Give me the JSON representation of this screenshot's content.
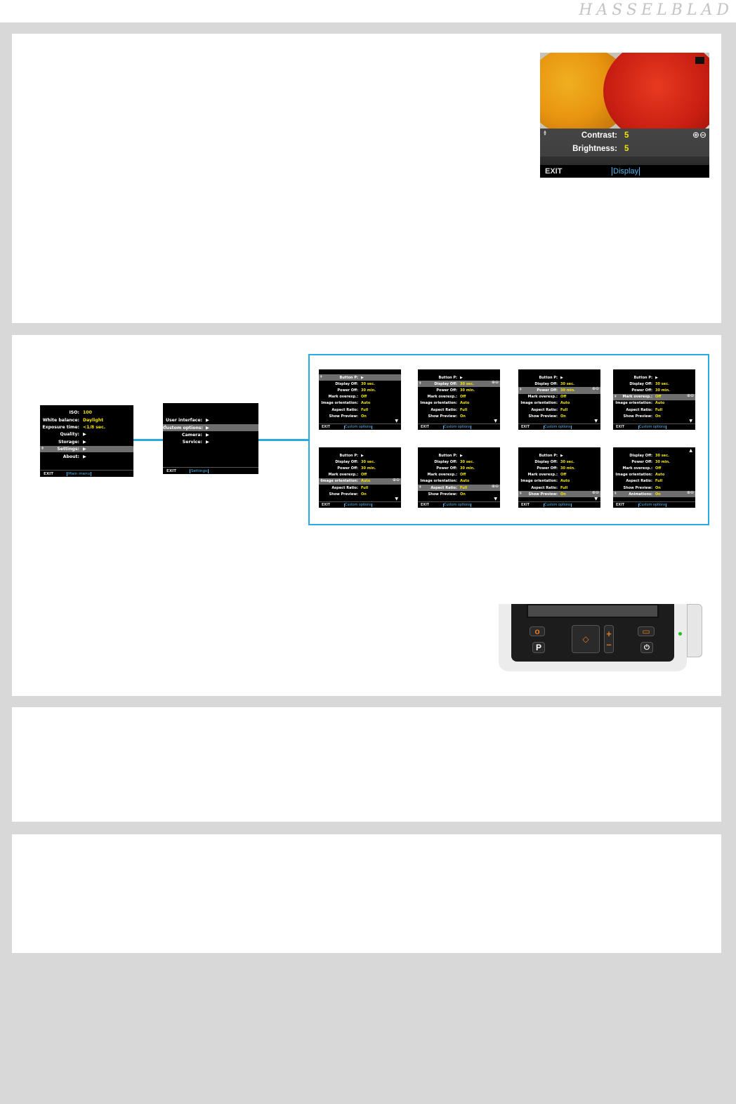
{
  "brand": "HASSELBLAD",
  "display_screen": {
    "contrast_label": "Contrast:",
    "contrast_value": "5",
    "brightness_label": "Brightness:",
    "brightness_value": "5",
    "exit": "EXIT",
    "crumb": "Display"
  },
  "main_menu": {
    "rows": [
      {
        "label": "ISO:",
        "value": "100"
      },
      {
        "label": "White balance:",
        "value": "Daylight"
      },
      {
        "label": "Exposure time:",
        "value": "<1/8 sec."
      },
      {
        "label": "Quality:",
        "value": "▶"
      },
      {
        "label": "Storage:",
        "value": "▶"
      },
      {
        "label": "Settings:",
        "value": "▶"
      },
      {
        "label": "About:",
        "value": "▶"
      }
    ],
    "exit": "EXIT",
    "crumb": "Main menu"
  },
  "settings_menu": {
    "rows": [
      {
        "label": "User interface:",
        "value": "▶"
      },
      {
        "label": "Custom options:",
        "value": "▶"
      },
      {
        "label": "Camera:",
        "value": "▶"
      },
      {
        "label": "Service:",
        "value": "▶"
      }
    ],
    "exit": "EXIT",
    "crumb": "Settings"
  },
  "custom_options": {
    "rows": [
      {
        "label": "Button P:",
        "value": "▶"
      },
      {
        "label": "Display Off:",
        "value": "30 sec."
      },
      {
        "label": "Power Off:",
        "value": "30 min."
      },
      {
        "label": "Mark overexp.:",
        "value": "Off"
      },
      {
        "label": "Image orientation:",
        "value": "Auto"
      },
      {
        "label": "Aspect Ratio:",
        "value": "Full"
      },
      {
        "label": "Show Preview:",
        "value": "On"
      }
    ],
    "last_screen_rows": [
      {
        "label": "Display Off:",
        "value": "30 sec."
      },
      {
        "label": "Power Off:",
        "value": "30 min."
      },
      {
        "label": "Mark overexp.:",
        "value": "Off"
      },
      {
        "label": "Image orientation:",
        "value": "Auto"
      },
      {
        "label": "Aspect Ratio:",
        "value": "Full"
      },
      {
        "label": "Show Preview:",
        "value": "On"
      },
      {
        "label": "Animations:",
        "value": "On"
      }
    ],
    "exit": "EXIT",
    "crumb": "Custom options"
  },
  "camera_buttons": {
    "p": "P",
    "plus": "+",
    "minus": "–"
  }
}
